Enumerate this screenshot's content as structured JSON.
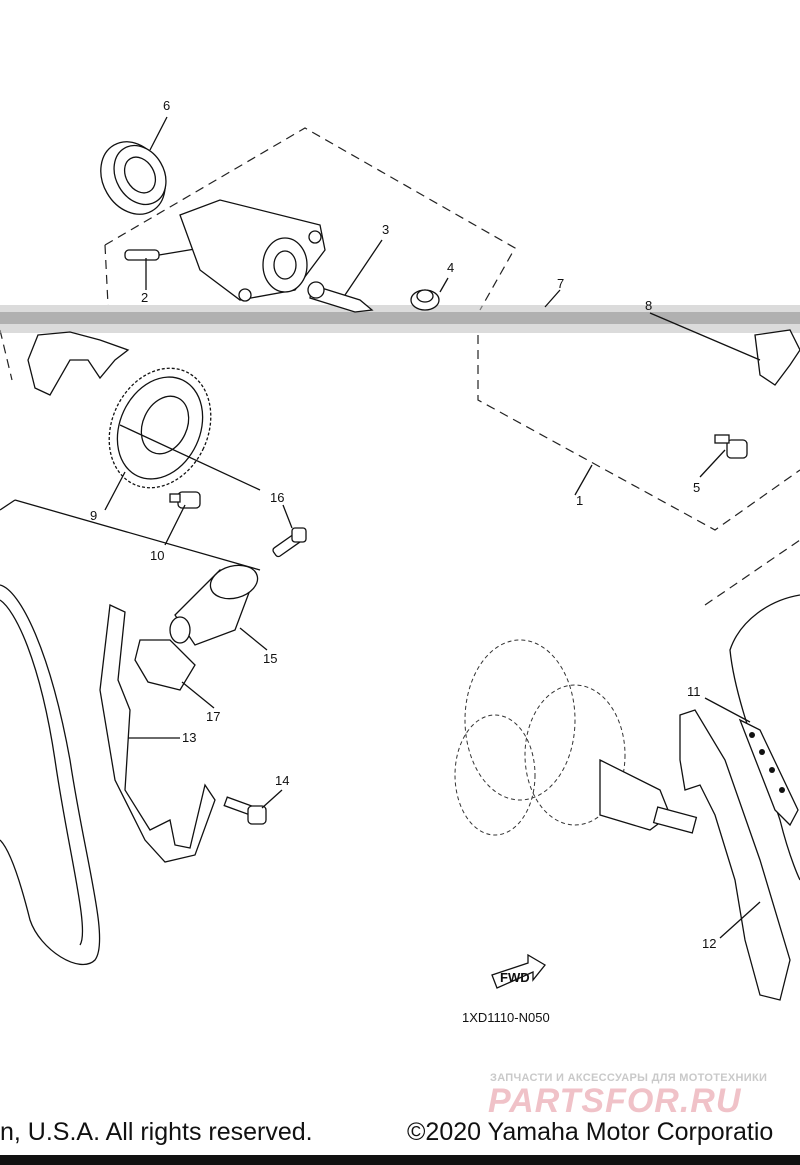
{
  "diagram": {
    "part_numbers": [
      "1",
      "2",
      "3",
      "4",
      "5",
      "6",
      "7",
      "8",
      "9",
      "10",
      "11",
      "12",
      "13",
      "14",
      "15",
      "16",
      "17"
    ],
    "drawing_code": "1XD1110-N050",
    "fwd_label": "FWD"
  },
  "footer": {
    "left": "n, U.S.A. All rights reserved.",
    "right": "©2020 Yamaha Motor Corporatio"
  },
  "watermark": {
    "caption": "ЗАПЧАСТИ И АКСЕССУАРЫ ДЛЯ МОТОТЕХНИКИ",
    "brand": "PARTSFOR.RU"
  },
  "colors": {
    "ink": "#111111",
    "background": "#ffffff",
    "watermark_brand": "#f0c2c8",
    "watermark_caption": "#c9c9c9"
  }
}
